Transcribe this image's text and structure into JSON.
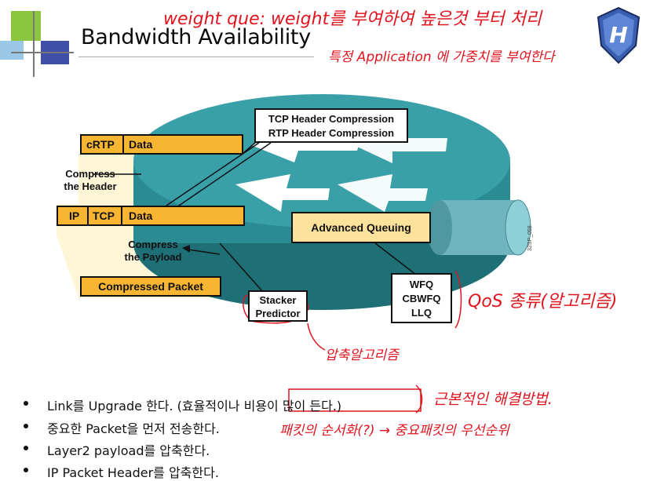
{
  "slide": {
    "title": "Bandwidth Availability",
    "diagram_code": "32SP_058"
  },
  "annotations": {
    "line1": "weight que:  weight를 부여하여 높은것 부터 처리",
    "line2": "특정 Application 에 가중치를 부여한다",
    "qos": "QoS 종류(알고리즘)",
    "algo": "압축알고리즘",
    "reason": "근본적인 해결방법.",
    "packet_order": "패킷의 순서화(?) → 중요패킷의 우선순위"
  },
  "diagram": {
    "crtp_bar": {
      "label1": "cRTP",
      "label2": "Data"
    },
    "compress_header": "Compress\nthe Header",
    "ip_bar": {
      "label1": "IP",
      "label2": "TCP",
      "label3": "Data"
    },
    "compress_payload": "Compress\nthe Payload",
    "compressed_packet": "Compressed Packet",
    "header_compression_box": {
      "line1": "TCP Header Compression",
      "line2": "RTP Header Compression"
    },
    "advanced_queuing": "Advanced Queuing",
    "queuing_types": {
      "line1": "WFQ",
      "line2": "CBWFQ",
      "line3": "LLQ"
    },
    "stacker_box": {
      "line1": "Stacker",
      "line2": "Predictor"
    }
  },
  "bullets": [
    "Link를 Upgrade 한다. (효율적이나 비용이 많이 든다.)",
    "중요한 Packet을 먼저 전송한다.",
    "Layer2 payload를 압축한다.",
    "IP Packet Header를 압축한다."
  ],
  "colors": {
    "accent_green": "#8cc63f",
    "accent_blue": "#3f4fa8",
    "packet_orange": "#f7b531",
    "router_teal": "#2f8c94",
    "ink_red": "#e0141e"
  }
}
